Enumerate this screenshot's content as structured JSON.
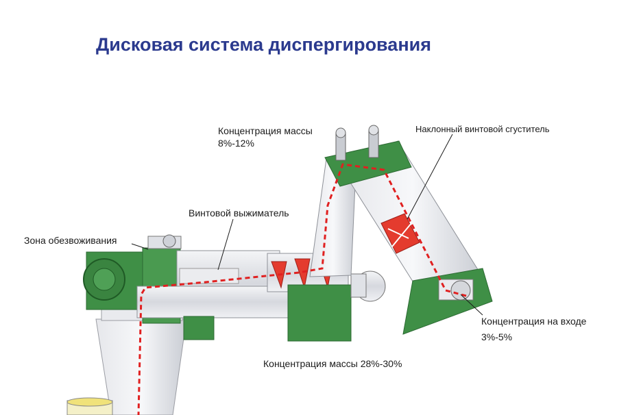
{
  "title": "Дисковая система диспергирования",
  "labels": {
    "conc_top_line1": "Концентрация массы",
    "conc_top_line2": "8%-12%",
    "inclined_thickener": "Наклонный винтовой сгуститель",
    "screw_press": "Винтовой выжиматель",
    "dewatering_zone": "Зона обезвоживания",
    "conc_inlet_line1": "Концентрация на входе",
    "conc_inlet_line2": "3%-5%",
    "conc_bottom": "Концентрация массы 28%-30%"
  },
  "colors": {
    "title": "#2b3a8e",
    "machine_green": "#3f8f46",
    "flow_red": "#e02020",
    "metal_grey": "#d9dbe0"
  }
}
